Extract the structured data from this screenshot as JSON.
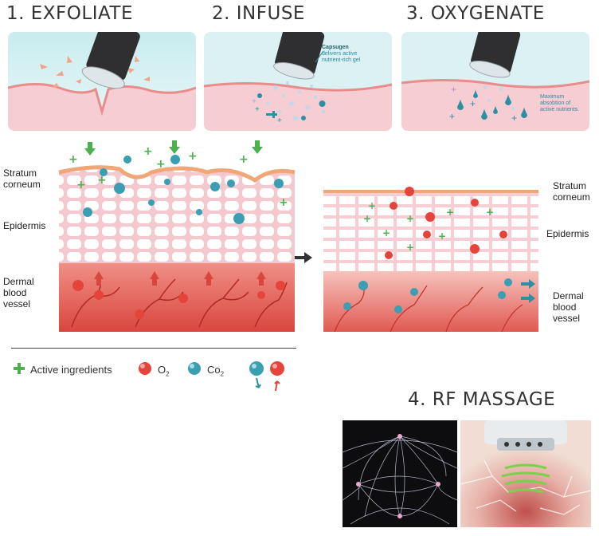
{
  "steps": [
    {
      "number": "1.",
      "title": "EXFOLIATE"
    },
    {
      "number": "2.",
      "title": "INFUSE"
    },
    {
      "number": "3.",
      "title": "OXYGENATE"
    },
    {
      "number": "4.",
      "title": "RF MASSAGE"
    }
  ],
  "infuse_callout": {
    "title": "Capsugen",
    "line1": "delivers active",
    "line2": "nutrient-rich gel"
  },
  "oxygenate_callout": {
    "line1": "Maximum",
    "line2": "absobtion of",
    "line3": "active nutrients."
  },
  "left_diagram": {
    "stratum": [
      "Stratum",
      "corneum"
    ],
    "epidermis": "Epidermis",
    "dermal": [
      "Dermal",
      "blood",
      "vessel"
    ]
  },
  "right_diagram": {
    "stratum": [
      "Stratum",
      "corneum"
    ],
    "epidermis": "Epidermis",
    "dermal": [
      "Dermal",
      "blood",
      "vessel"
    ]
  },
  "legend": {
    "active": "Active ingredients",
    "o2": "O",
    "o2_sub": "2",
    "co2": "Co",
    "co2_sub": "2"
  },
  "colors": {
    "teal": "#2d8fa3",
    "green": "#4caf50",
    "red": "#e0463a",
    "skin_pink": "#f5c9cf",
    "dermis": "#e86a62"
  }
}
